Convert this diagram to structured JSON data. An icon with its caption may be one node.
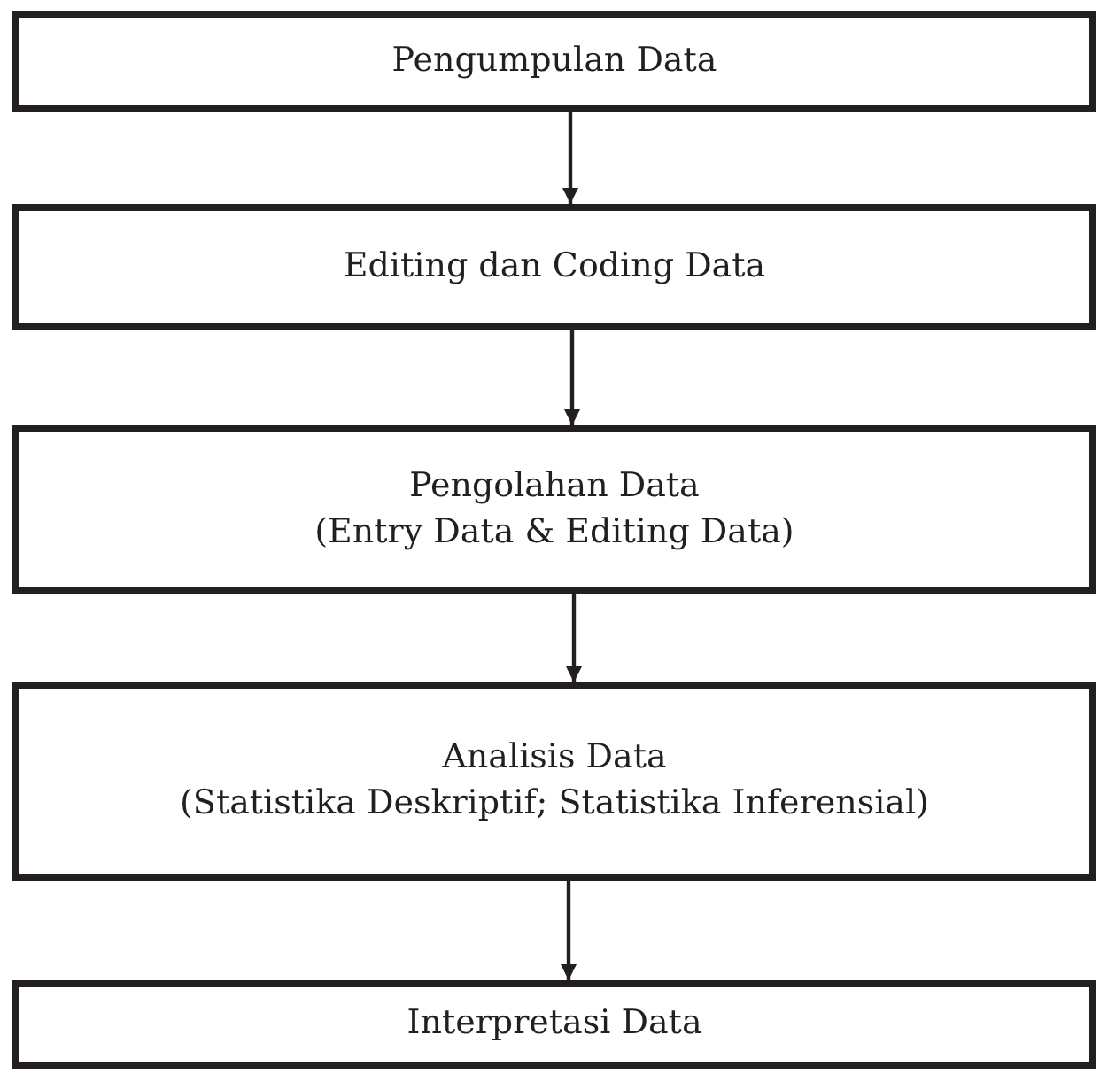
{
  "diagram": {
    "nodes": [
      {
        "text": [
          "Pengumpulan Data"
        ]
      },
      {
        "text": [
          "Editing dan Coding Data"
        ]
      },
      {
        "text": [
          "Pengolahan Data",
          "(Entry Data & Editing Data)"
        ]
      },
      {
        "text": [
          "Analisis Data",
          "(Statistika Deskriptif; Statistika Inferensial)"
        ]
      },
      {
        "text": [
          "Interpretasi Data"
        ]
      }
    ],
    "edges": [
      {
        "from": 0,
        "to": 1,
        "arrow": "to"
      },
      {
        "from": 1,
        "to": 2,
        "arrow": "to"
      },
      {
        "from": 2,
        "to": 3,
        "arrow": "to"
      },
      {
        "from": 3,
        "to": 4,
        "arrow": "to"
      }
    ]
  }
}
